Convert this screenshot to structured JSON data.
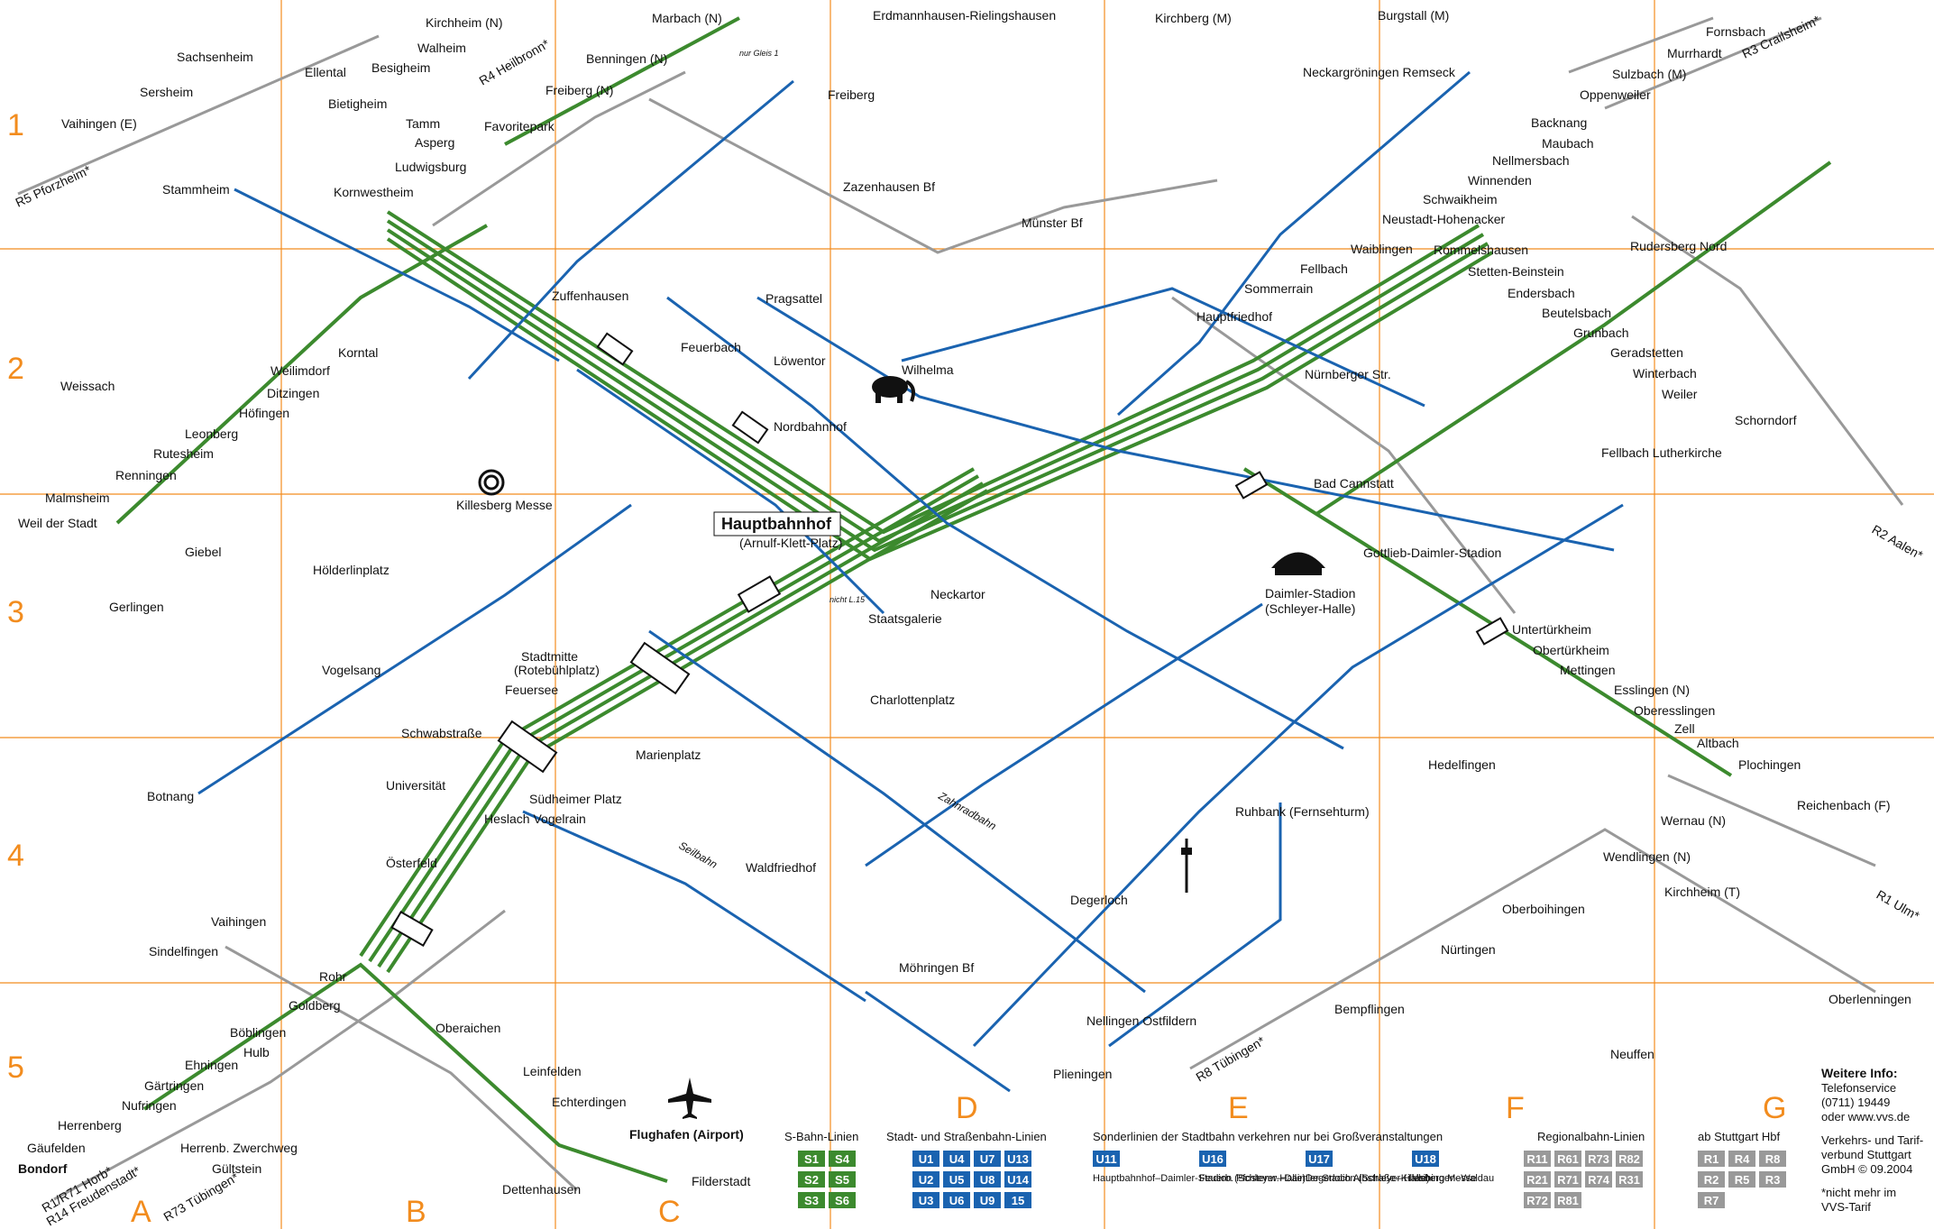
{
  "grid": {
    "rows": [
      "1",
      "2",
      "3",
      "4",
      "5"
    ],
    "cols": [
      "A",
      "B",
      "C",
      "D",
      "E",
      "F",
      "G"
    ]
  },
  "colors": {
    "sbahn": "#3c8a2e",
    "stadtbahn": "#1a63b0",
    "regional": "#999999",
    "grid": "#f28c1e"
  },
  "stations": {
    "hauptbahnhof": "Hauptbahnhof",
    "hauptbahnhof_sub": "(Arnulf-Klett-Platz)",
    "stadtmitte": "Stadtmitte",
    "stadtmitte_sub": "(Rotebühlplatz)",
    "feuersee": "Feuersee",
    "schwabstrasse": "Schwabstraße",
    "universitaet": "Universität",
    "oesterfeld": "Österfeld",
    "vaihingen": "Vaihingen",
    "rohr": "Rohr",
    "goldberg": "Goldberg",
    "boeblingen": "Böblingen",
    "hulb": "Hulb",
    "ehningen": "Ehningen",
    "gaertringen": "Gärtringen",
    "nufringen": "Nufringen",
    "herrenberg": "Herrenberg",
    "oberaichen": "Oberaichen",
    "leinfelden": "Leinfelden",
    "echterdingen": "Echterdingen",
    "flughafen": "Flughafen (Airport)",
    "filderstadt": "Filderstadt",
    "nordbahnhof": "Nordbahnhof",
    "feuerbach": "Feuerbach",
    "zuffenhausen": "Zuffenhausen",
    "kornwestheim": "Kornwestheim",
    "ludwigsburg": "Ludwigsburg",
    "favoritepark": "Favoritepark",
    "freiberg_n": "Freiberg (N)",
    "benningen": "Benningen (N)",
    "marbach": "Marbach (N)",
    "tamm": "Tamm",
    "asperg": "Asperg",
    "bietigheim": "Bietigheim",
    "besigheim": "Besigheim",
    "walheim": "Walheim",
    "kirchheim_n": "Kirchheim (N)",
    "ellental": "Ellental",
    "sachsenheim": "Sachsenheim",
    "sersheim": "Sersheim",
    "vaihingen_e": "Vaihingen (E)",
    "weil_der_stadt": "Weil der Stadt",
    "malmsheim": "Malmsheim",
    "renningen": "Renningen",
    "rutesheim": "Rutesheim",
    "leonberg": "Leonberg",
    "hoefingen": "Höfingen",
    "ditzingen": "Ditzingen",
    "weilimdorf": "Weilimdorf",
    "korntal": "Korntal",
    "bad_cannstatt": "Bad Cannstatt",
    "neckarpark": "Gottlieb-Daimler-Stadion",
    "untertuerkheim": "Untertürkheim",
    "obertuerkheim": "Obertürkheim",
    "mettingen": "Mettingen",
    "esslingen": "Esslingen (N)",
    "oberesslingen": "Oberesslingen",
    "zell": "Zell",
    "altbach": "Altbach",
    "plochingen": "Plochingen",
    "nuernberger": "Nürnberger Str.",
    "sommerrain": "Sommerrain",
    "fellbach": "Fellbach",
    "waiblingen": "Waiblingen",
    "neustadt": "Neustadt-Hohenacker",
    "schwaikheim": "Schwaikheim",
    "winnenden": "Winnenden",
    "nellmersbach": "Nellmersbach",
    "maubach": "Maubach",
    "backnang": "Backnang",
    "rommelshausen": "Rommelshausen",
    "stetten": "Stetten-Beinstein",
    "endersbach": "Endersbach",
    "beutelsbach": "Beutelsbach",
    "grunbach": "Grunbach",
    "geradstetten": "Geradstetten",
    "winterbach": "Winterbach",
    "weiler": "Weiler",
    "schorndorf": "Schorndorf",
    "rudersberg_nord": "Rudersberg Nord",
    "oppenweiler": "Oppenweiler",
    "sulzbach": "Sulzbach (M)",
    "murrhardt": "Murrhardt",
    "fornsbach": "Fornsbach",
    "kirchberg": "Kirchberg (M)",
    "burgstall": "Burgstall (M)",
    "erdmannhausen": "Erdmannhausen-Rielingshausen",
    "muenster_bf": "Münster Bf",
    "zazenhausen": "Zazenhausen Bf",
    "wilhelma": "Wilhelma",
    "killesberg": "Killesberg Messe",
    "moehringen": "Möhringen Bf",
    "degerloch": "Degerloch",
    "ruhbank": "Ruhbank (Fernsehturm)",
    "hedelfingen": "Hedelfingen",
    "nellingen": "Nellingen Ostfildern",
    "plieningen": "Plieningen",
    "neuffen": "Neuffen",
    "oberlenningen": "Oberlenningen",
    "kirchheim_t": "Kirchheim (T)",
    "wendlingen": "Wendlingen (N)",
    "nuertingen": "Nürtingen",
    "dettenhausen": "Dettenhausen",
    "sindelfingen": "Sindelfingen",
    "gerlingen": "Gerlingen",
    "botnang": "Botnang",
    "giebel": "Giebel",
    "stammheim": "Stammheim",
    "remseck": "Neckargröningen Remseck",
    "hauptfriedhof": "Hauptfriedhof",
    "fellbach_luth": "Fellbach Lutherkirche",
    "marienplatz": "Marienplatz",
    "vogelsang": "Vogelsang",
    "hoelderlinplatz": "Hölderlinplatz",
    "heslach": "Heslach Vogelrain",
    "suedheimer": "Südheimer Platz",
    "waldfriedhof": "Waldfriedhof",
    "daimler_stadion": "Daimler-Stadion",
    "daimler_stadion_sub": "(Schleyer-Halle)",
    "freiberg_u": "Freiberg",
    "weissach": "Weissach",
    "boeblingen_label": "Böblingen",
    "bondorf": "Bondorf",
    "gaeufelden": "Gäufelden",
    "gueltstein": "Gültstein",
    "herrenb_zwerch": "Herrenb. Zwerchweg",
    "charlottenplatz": "Charlottenplatz",
    "neckartor": "Neckartor",
    "staatsgalerie": "Staatsgalerie",
    "pragsattel": "Pragsattel",
    "loewentor": "Löwentor",
    "oberboihingen": "Oberboihingen",
    "reichenbach": "Reichenbach (F)",
    "wernau": "Wernau (N)",
    "bempflingen": "Bempflingen"
  },
  "directions": {
    "r5_pforzheim": "R5 Pforzheim*",
    "r4_heilbronn": "R4 Heilbronn*",
    "r3_crailsheim": "R3 Crailsheim*",
    "r2_aalen": "R2 Aalen*",
    "r1_ulm": "R1 Ulm*",
    "r8_tuebingen": "R8 Tübingen*",
    "r73_tuebingen": "R73 Tübingen*",
    "r1_horb": "R1/R71 Horb*",
    "r14_freudenstadt": "R14 Freudenstadt*"
  },
  "notes": {
    "nur_gleis_1": "nur Gleis 1",
    "nicht_l15": "nicht L.15",
    "seilbahn": "Seilbahn",
    "zahnradbahn": "Zahnradbahn"
  },
  "legend": {
    "sbahn_title": "S-Bahn-Linien",
    "sbahn": [
      "S1",
      "S4",
      "S2",
      "S5",
      "S3",
      "S6"
    ],
    "stadt_title": "Stadt- und Straßenbahn-Linien",
    "stadt": [
      "U1",
      "U4",
      "U7",
      "U13",
      "U2",
      "U5",
      "U8",
      "U14",
      "U3",
      "U6",
      "U9",
      "15"
    ],
    "sonder_title": "Sonderlinien der Stadtbahn verkehren nur bei Großveranstaltungen",
    "sonder": [
      {
        "line": "U11",
        "desc": "Hauptbahnhof–Daimler-Stadion (Schleyer-Halle)"
      },
      {
        "line": "U16",
        "desc": "Feuerb. Pfostenw.–Daimler-Stadion (Schleyer-Halle)"
      },
      {
        "line": "U17",
        "desc": "Degerloch Albstraße–Killesberg Messe"
      },
      {
        "line": "U18",
        "desc": "Vaihingen–Waldau"
      }
    ],
    "regional_title": "Regionalbahn-Linien",
    "regional": [
      "R11",
      "R61",
      "R73",
      "R82",
      "R21",
      "R71",
      "R74",
      "R31",
      "R72",
      "R81"
    ],
    "ab_hbf_title": "ab Stuttgart Hbf",
    "ab_hbf": [
      "R1",
      "R4",
      "R8",
      "R2",
      "R5",
      "R3",
      "R7"
    ],
    "info_title": "Weitere Info:",
    "info_lines": [
      "Telefonservice",
      "(0711) 19449",
      "oder www.vvs.de"
    ],
    "publisher": [
      "Verkehrs- und Tarif-",
      "verbund Stuttgart",
      "GmbH   © 09.2004"
    ],
    "footnote": [
      "*nicht mehr im",
      "VVS-Tarif"
    ]
  }
}
